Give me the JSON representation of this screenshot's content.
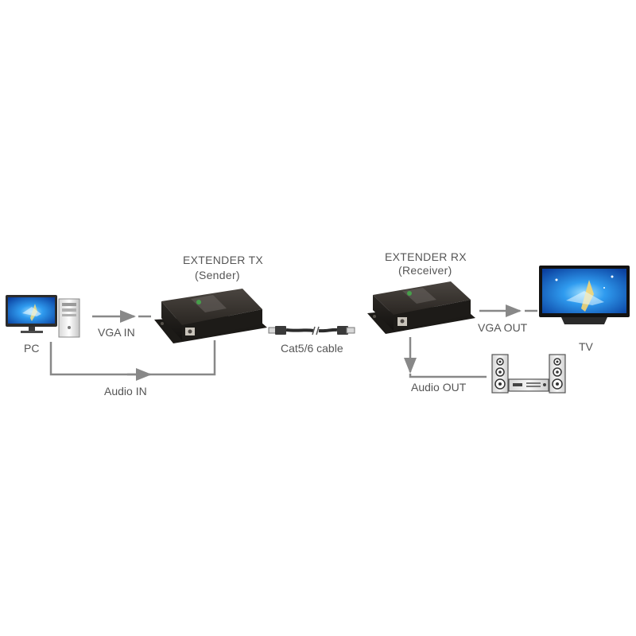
{
  "devices": {
    "pc": {
      "label": "PC"
    },
    "tx": {
      "title": "EXTENDER TX",
      "subtitle": "(Sender)"
    },
    "rx": {
      "title": "EXTENDER RX",
      "subtitle": "(Receiver)"
    },
    "tv": {
      "label": "TV"
    }
  },
  "connections": {
    "vga_in": "VGA IN",
    "audio_in": "Audio IN",
    "cable": "Cat5/6 cable",
    "vga_out": "VGA OUT",
    "audio_out": "Audio OUT"
  },
  "colors": {
    "line": "#888888",
    "device_body": "#2a2723",
    "screen_blue": "#1f6fd6"
  }
}
